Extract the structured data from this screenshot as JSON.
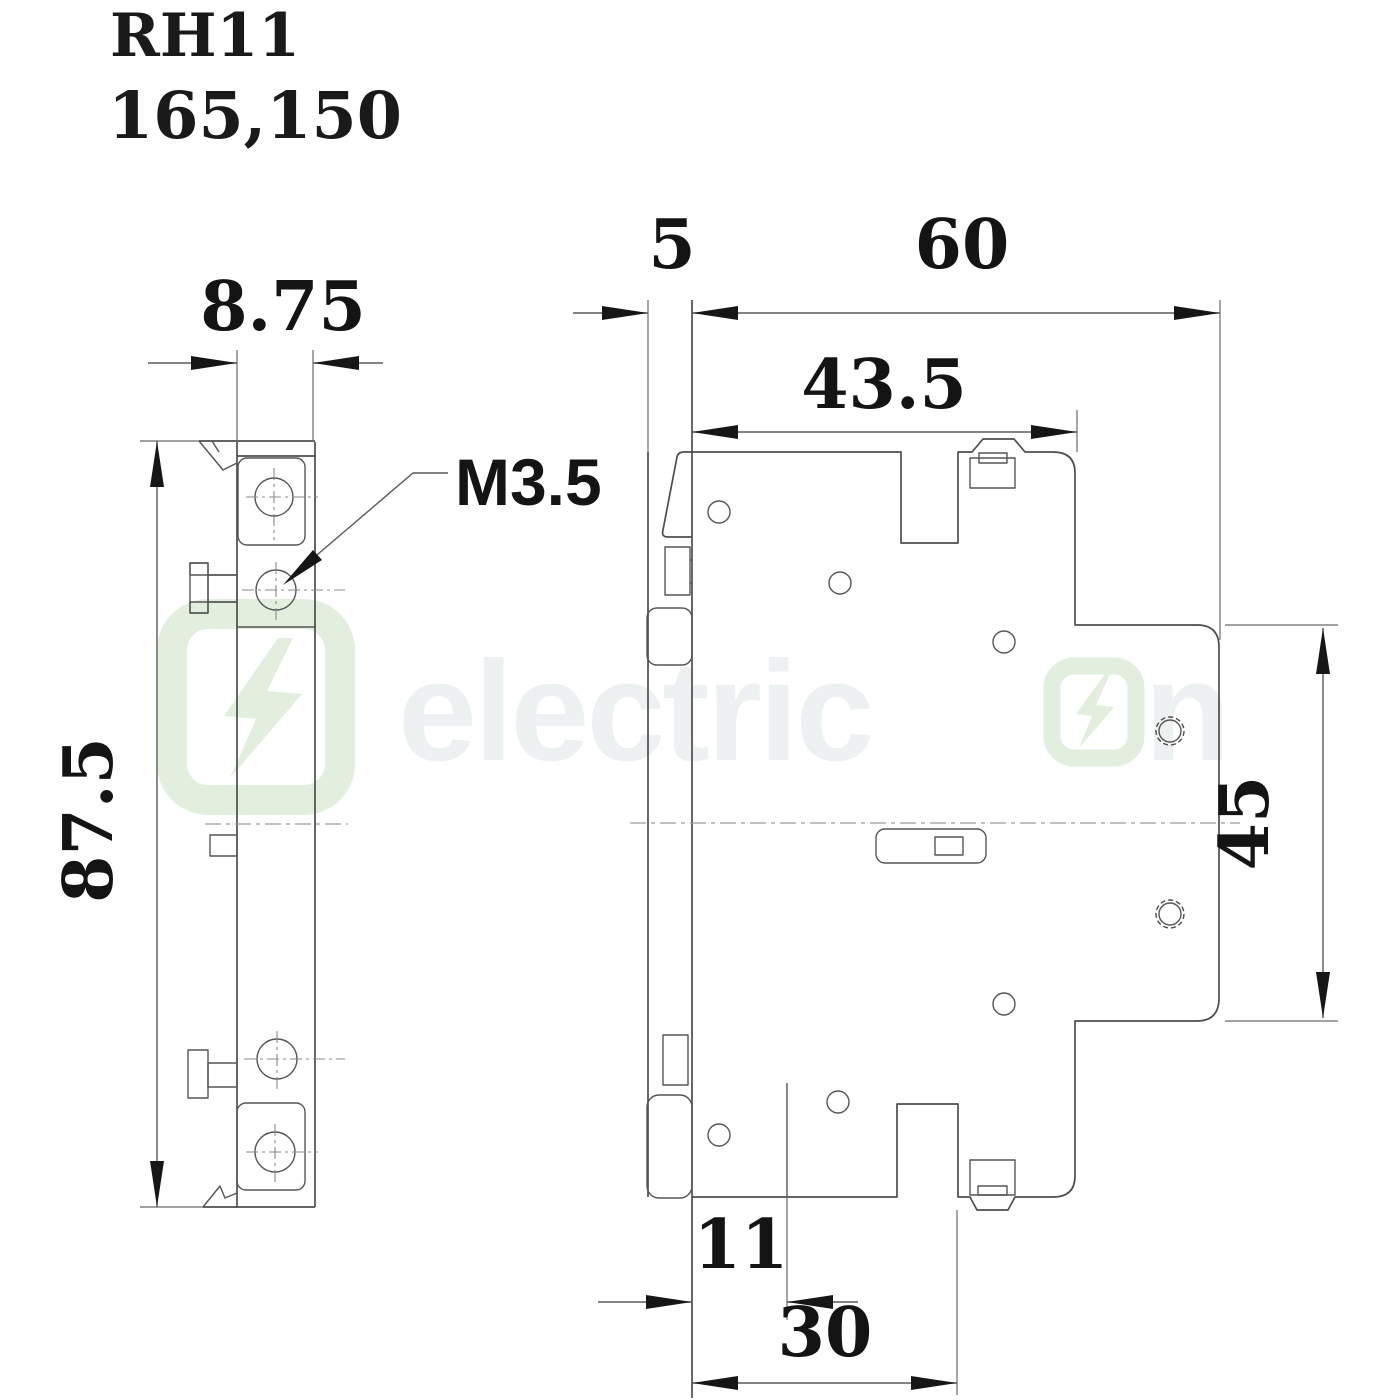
{
  "title": {
    "model": "RH11",
    "code": "165,150"
  },
  "drawing": {
    "type": "technical-dimension-drawing",
    "views": {
      "left_view": "narrow side elevation of auxiliary contact block",
      "right_view": "side profile elevation of auxiliary contact block"
    },
    "dimensions": {
      "left_width_mm": "8.75",
      "left_height_mm": "87.5",
      "thread_callout": "M3.5",
      "front_depth_mm": "5",
      "total_depth_mm": "60",
      "upper_depth_mm": "43.5",
      "right_height_mm": "45",
      "bottom_offset_mm": "11",
      "bottom_depth_mm": "30"
    },
    "line_color": "#4d4d4d",
    "dimension_color": "#141414"
  },
  "watermark": {
    "brand": "electricon",
    "text_left": "electric",
    "text_right": "n",
    "logo_color": "#e2efdf",
    "text_color": "#edf1f2"
  }
}
